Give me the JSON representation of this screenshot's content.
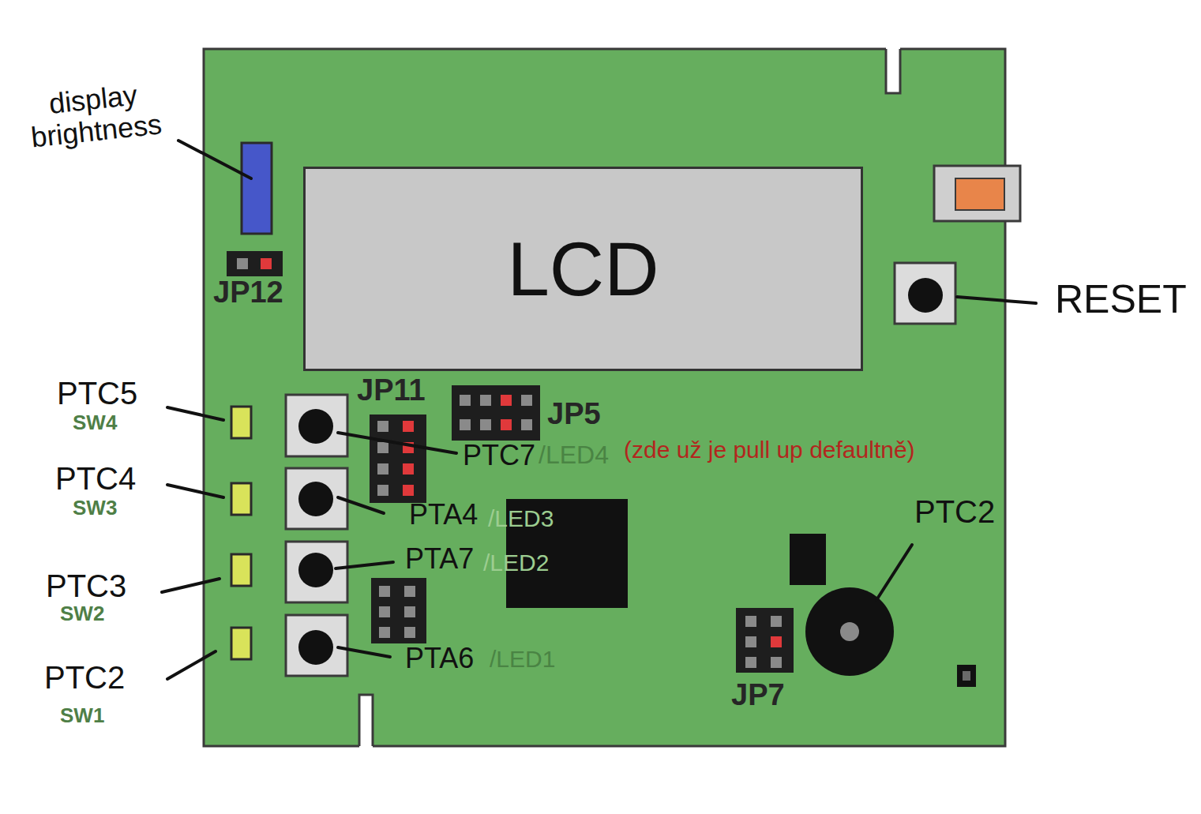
{
  "diagram": {
    "nodes": [
      {
        "text": [
          "LCD"
        ]
      }
    ],
    "labels": [
      "display brightness",
      "JP12",
      "RESET",
      "JP11",
      "JP5",
      "PTC7",
      "/LED4",
      "(zde už je pull up defaultně)",
      "PTC5",
      "SW4",
      "PTC4",
      "SW3",
      "PTA4",
      "/LED3",
      "PTC2",
      "PTC3",
      "PTA7",
      "/LED2",
      "SW2",
      "PTC2",
      "PTA6",
      "/LED1",
      "SW1",
      "JP7"
    ]
  }
}
